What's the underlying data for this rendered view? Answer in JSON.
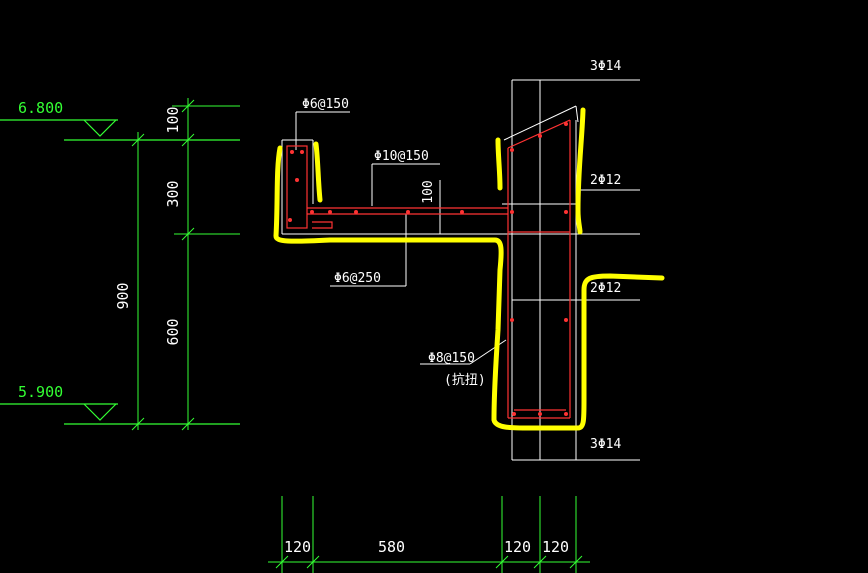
{
  "elevations": {
    "top": "6.800",
    "bottom": "5.900"
  },
  "vertical_dims": {
    "d100": "100",
    "d300": "300",
    "d900": "900",
    "d600": "600",
    "d100_slab": "100"
  },
  "horizontal_dims": {
    "a": "120",
    "b": "580",
    "c": "120",
    "d": "120"
  },
  "rebar_labels": {
    "top_left": "Φ6@150",
    "slab": "Φ10@150",
    "bottom_left": "Φ6@250",
    "beam_top": "3Φ14",
    "beam_mid1": "2Φ12",
    "beam_mid2": "2Φ12",
    "stirrup": "Φ8@150",
    "stirrup_note": "(抗扭)",
    "beam_bottom": "3Φ14"
  },
  "colors": {
    "dimension": "#33ff33",
    "outline": "#ffffff",
    "rebar": "#ff3333",
    "highlight": "#ffff00",
    "background": "#000000"
  }
}
